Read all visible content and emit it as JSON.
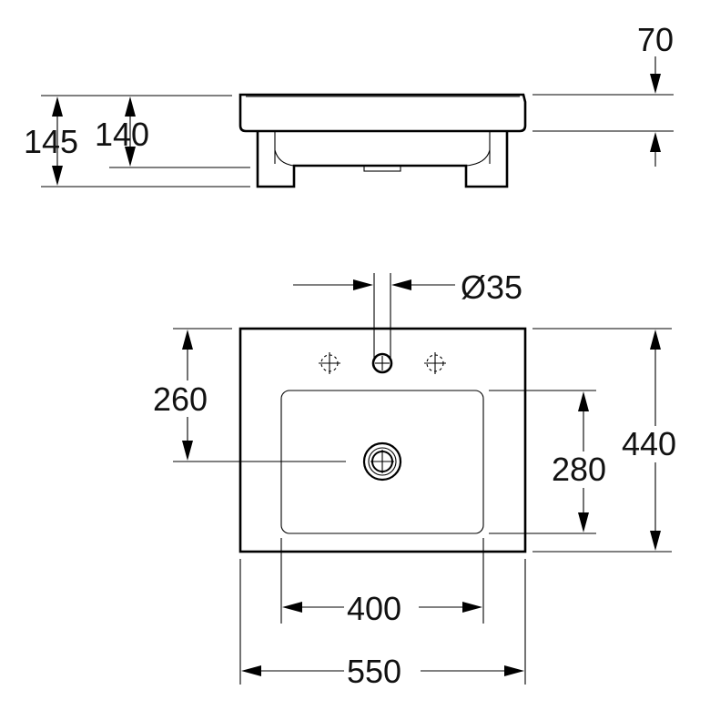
{
  "drawing": {
    "side_view": {
      "dimensions": {
        "total_height": "145",
        "body_height": "140",
        "rim_thickness": "70"
      }
    },
    "top_view": {
      "dimensions": {
        "tap_hole_diameter": "Ø35",
        "drain_position": "260",
        "bowl_depth": "280",
        "total_depth": "440",
        "bowl_width": "400",
        "total_width": "550"
      }
    }
  },
  "colors": {
    "line": "#000000",
    "background": "#ffffff"
  },
  "icons": [
    "tap-hole-icon",
    "optional-tap-hole-icon",
    "drain-icon"
  ]
}
